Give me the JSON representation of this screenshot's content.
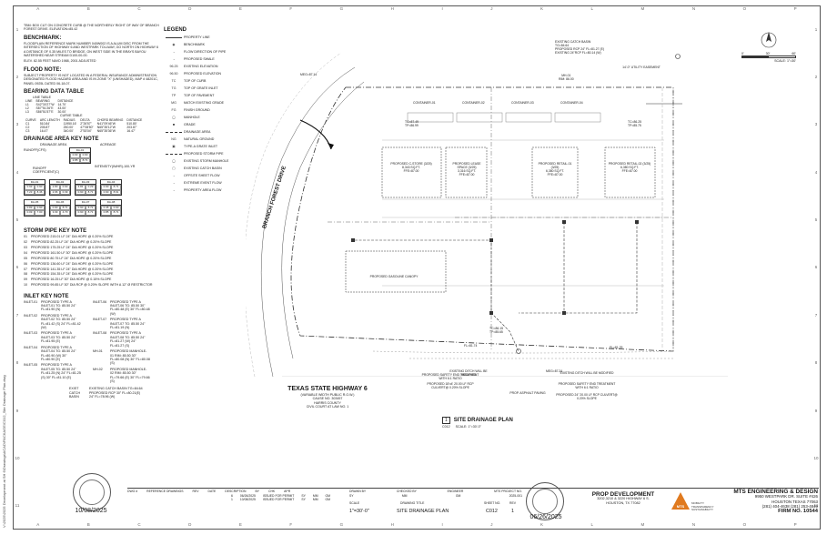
{
  "sheet": {
    "side_path": "V:\\2025\\2025 Development at SH 6\\Drawings\\ACAD\\PACKAGE\\C012_Site Drainage Plan.dwg",
    "col_letters": [
      "A",
      "B",
      "C",
      "D",
      "E",
      "F",
      "G",
      "H",
      "I",
      "J",
      "K",
      "L",
      "M",
      "N",
      "O",
      "P"
    ],
    "row_numbers": [
      "1",
      "2",
      "3",
      "4",
      "5",
      "6",
      "7",
      "8",
      "9",
      "10",
      "11"
    ]
  },
  "notes": {
    "tbm": "TBM: BOX CUT ON CONCRETE CURB @ THE NORTHERLY RIGHT OF WAY OF BRANCH FOREST DRIVE. ELEVATION=85.42",
    "benchmark_title": "BENCHMARK:",
    "benchmark_text": "FLOODPLAIN REFERENCE MARK NUMBER 040W002 IS A ALUM DISC FROM THE INTERSECTION OF HIGHWAY 6 AND WESTPARK TOLLWAY, GO NORTH ON HIGHWAY 6 A DISTANCE OF 0.35 MILES TO BRIDGE, ON WEST SIDE IN THE BRAYS BAYOU WATERSHED NEAR STREAM D100-00-00.",
    "benchmark_elev": "ELEV. 82.55 FEET NAVD 1988, 2001 ADJUSTED",
    "flood_title": "FLOOD NOTE:",
    "flood_text": "SUBJECT PROPERTY IS NOT LOCATED IN A FEDERAL INSURANCE ADMINISTRATION DESIGNATED FLOOD HAZARD AREA AND IS IN ZONE \"X\" (UNSHADED), MAP # 48201C, PANEL 0925L DATED 06-18-07.",
    "bearing_title": "BEARING DATA TABLE",
    "line_table_title": "LINE TABLE",
    "line_headers": [
      "LINE",
      "BEARING",
      "DISTANCE"
    ],
    "lines": [
      [
        "L1",
        "S42°30'27\"W",
        "14.70'"
      ],
      [
        "L2",
        "S87°51'26\"E",
        "43.00'"
      ],
      [
        "L3",
        "S86°51'57\"E",
        "30.00'"
      ]
    ],
    "curve_table_title": "CURVE TABLE",
    "curve_headers": [
      "CURVE",
      "ARC LENGTH",
      "RADIUS",
      "DELTA",
      "CHORD BEARING",
      "DISTANCE"
    ],
    "curves": [
      [
        "C1",
        "510.84'",
        "11950.16'",
        "2°26'57\"",
        "N41°09'46\"W",
        "510.80'"
      ],
      [
        "C2",
        "205.87'",
        "250.00'",
        "47°08'50\"",
        "N65°35'12\"W",
        "203.87'"
      ],
      [
        "C3",
        "16.47'",
        "340.00'",
        "2°53'04\"",
        "N65°35'36\"W",
        "16.47'"
      ]
    ],
    "da_key_title": "DRAINAGE AREA KEY NOTE",
    "da_key_labels": [
      "DRAINAGE AREA",
      "ACREAGE",
      "RUNOFF(CFS)",
      "RUNOFF COEFFICIENT(C)",
      "INTENSITY(IN/HR)-100-YR"
    ],
    "da_key_box": {
      "name": "DA-01",
      "cells": [
        "0.93",
        "0.90",
        "2.85",
        "8.71"
      ]
    },
    "da_boxes": [
      {
        "name": "DA-01",
        "cells": [
          "0.93",
          "0.90",
          "7.23",
          "8.46"
        ]
      },
      {
        "name": "DA-02",
        "cells": [
          "2.80",
          "0.90",
          "2.96",
          "0.39"
        ]
      },
      {
        "name": "DA-03",
        "cells": [
          "4.84",
          "0.29",
          "0.90",
          "8.71"
        ]
      },
      {
        "name": "DA-04",
        "cells": [
          "0.90",
          "8.71",
          "0.90",
          "8.61"
        ]
      },
      {
        "name": "DA-05",
        "cells": [
          "0.83",
          "0.90",
          "0.09",
          "7.00"
        ]
      },
      {
        "name": "DA-06",
        "cells": [
          "0.90",
          "8.71",
          "3.09",
          "4.70"
        ]
      },
      {
        "name": "DA-07",
        "cells": [
          "0.90",
          "8.71",
          "0.90",
          "8.71"
        ]
      },
      {
        "name": "DA-08",
        "cells": [
          "0.45",
          "0.90",
          "0.85",
          "8.71"
        ]
      }
    ],
    "storm_title": "STORM PIPE KEY NOTE",
    "storm_items": [
      "PROPOSED 215.01 LF 24\" DIA HDPE @ 0.20% SLOPE",
      "PROPOSED 82.25 LF 24\" DIA HDPE @ 0.20% SLOPE",
      "PROPOSED 175.25 LF 24\" DIA HDPE @ 0.20% SLOPE",
      "PROPOSED 161.50 LF 30\" DIA HDPE @ 0.20% SLOPE",
      "PROPOSED 80.75 LF 24\" DIA HDPE @ 0.20% SLOPE",
      "PROPOSED 136.60 LF 24\" DIA HDPE @ 0.20% SLOPE",
      "PROPOSED 141.35 LF 24\" DIA HDPE @ 0.20% SLOPE",
      "PROPOSED 154.35 LF 24\" DIA HDPE @ 0.20% SLOPE",
      "PROPOSED 16.25 LF 30\" DIA HDPE @ 0.15% SLOPE",
      "PROPOSED 99.85 LF 30\" DIA RCP @ 0.20% SLOPE WITH A 12\" Ø RESTRICTOR"
    ],
    "inlet_title": "INLET KEY NOTE",
    "inlets_left": [
      {
        "id": "INLET-01",
        "text": "PROPOSED TYPE A INLET-01 TG: 85.50 24\" FL=81.90 (N)"
      },
      {
        "id": "INLET-02",
        "text": "PROPOSED TYPE A INLET-02 TG: 85.50 24\" FL=81.42 (S) 24\" FL=81.42 (W)"
      },
      {
        "id": "INLET-03",
        "text": "PROPOSED TYPE A INLET-03 TG: 85.50 24\" FL=81.95 (E)"
      },
      {
        "id": "INLET-04",
        "text": "PROPOSED TYPE A INLET-04 TG: 85.50 24\" FL=80.90 (W) 30\" FL=80.90 (E)"
      },
      {
        "id": "INLET-05",
        "text": "PROPOSED TYPE A INLET-05 TG: 85.50 24\" FL=81.25 (N) 24\" FL=81.25 (S) 30\" FL=81.10 (E)"
      }
    ],
    "inlets_right": [
      {
        "id": "INLET-06",
        "text": "PROPOSED TYPE A INLET-06 TG: 85.50 30\" FL=80.48 (E) 30\" FL=80.48 (W)"
      },
      {
        "id": "INLET-07",
        "text": "PROPOSED TYPE A INLET-07 TG: 85.50 24\" FL=81.19 (N)"
      },
      {
        "id": "INLET-08",
        "text": "PROPOSED TYPE A INLET-08 TG: 85.50 24\" FL=81.27 (W) 24\" FL=81.27 (S)"
      },
      {
        "id": "MH-01",
        "text": "PROPOSED MANHOLE-01 RIM: 85.50 30\" FL=80.08 (N) 30\" FL=80.08 (S)"
      },
      {
        "id": "MH-02",
        "text": "PROPOSED MANHOLE-02 RIM: 85.50 30\" FL=79.66 (E) 30\" FL=79.66 (S)"
      }
    ],
    "catch_basin": {
      "id": "EXIST CATCH BASIN",
      "text": "EXISTING CATCH BASIN TG=84.64 PROPOSED RCP 30\" FL=80.21(E) 24\" FL=78.96 (W)"
    }
  },
  "legend": {
    "title": "LEGEND",
    "items": [
      {
        "sym": "line",
        "label": "PROPERTY LINE"
      },
      {
        "sym": "◉",
        "label": "BENCHMARK"
      },
      {
        "sym": "→",
        "label": "FLOW DIRECTION OF PIPE"
      },
      {
        "sym": "→",
        "label": "PROPOSED SWALE"
      },
      {
        "sym": "96.25",
        "label": "EXISTING ELEVATION"
      },
      {
        "sym": "96.50",
        "label": "PROPOSED ELEVATION"
      },
      {
        "sym": "TC",
        "label": "TOP OF CURB"
      },
      {
        "sym": "TG",
        "label": "TOP OF GRATE INLET"
      },
      {
        "sym": "TP",
        "label": "TOP OF PAVEMENT"
      },
      {
        "sym": "MG",
        "label": "MATCH EXISTING GRADE"
      },
      {
        "sym": "FG",
        "label": "FINISH GROUND"
      },
      {
        "sym": "◯",
        "label": "MANHOLE"
      },
      {
        "sym": "■",
        "label": "GRADE"
      },
      {
        "sym": "dash",
        "label": "DRAINAGE AREA"
      },
      {
        "sym": "NG",
        "label": "NATURAL GROUND"
      },
      {
        "sym": "▣",
        "label": "TYPE-A GRATE INLET"
      },
      {
        "sym": "dash",
        "label": "PROPOSED STORM PIPE"
      },
      {
        "sym": "◯",
        "label": "EXISTING STORM MANHOLE"
      },
      {
        "sym": "▢",
        "label": "EXISTING CATCH BASIN"
      },
      {
        "sym": "→",
        "label": "OFFSITE SHEET FLOW"
      },
      {
        "sym": "→",
        "label": "EXTREME EVENT FLOW"
      },
      {
        "sym": "→",
        "label": "PROPERTY AREA FLOW"
      }
    ]
  },
  "plan": {
    "branch_forest": "BRANCH FOREST DRIVE",
    "hwy": "TEXAS STATE HIGHWAY 6",
    "hwy_sub": [
      "(VARIABLE WIDTH PUBLIC R.O.W.)",
      "CAUSE NO. 303457",
      "HARRIS COUNTY",
      "CIVIL COURT AT LAW NO. 1"
    ],
    "containers": [
      "CONTAINER-01",
      "CONTAINER-02",
      "CONTAINER-03",
      "CONTAINER-04"
    ],
    "buildings": [
      {
        "name": "PROPOSED C-STORE (3/25)",
        "area": "8,343 SQ.FT.",
        "ffe": "FFE=87.00"
      },
      {
        "name": "PROPOSED LEASE SPACE (3/25)",
        "area": "3,316 SQ.FT.",
        "ffe": "FFE=87.00"
      },
      {
        "name": "PROPOSED RETAIL-01 (3/25)",
        "area": "6,380 SQ.FT.",
        "ffe": "FFE=87.00"
      },
      {
        "name": "PROPOSED RETAIL-02 (3/25)",
        "area": "6,380 SQ.FT.",
        "ffe": "FFE=87.00"
      }
    ],
    "canopy": "PROPOSED GASOLINE CANOPY",
    "easement": "14'-0\" UTILITY EASEMENT",
    "catch_basin_top": [
      "EXISTING CATCH BASIN",
      "TG=84.64",
      "PROPOSED RCP 24\" FL=81.27 (E)",
      "EXISTING 24\"RCP FL=80.14 (W)"
    ],
    "mh01": [
      "MH-01",
      "RIM: 86.00"
    ],
    "callouts": [
      "EXISTING DITCH WILL BE MODIFIED",
      "PROPOSED SAFETY END TREATMENT WITH 6:1 RATIO",
      "PROPOSED 18'x4' 20.00 LF RCP CULVERT@ 0.20% SLOPE",
      "PROP. ASPHALT PAVING",
      "EXISTING DITCH WILL BE MODIFIED",
      "PROPOSED SAFETY END TREATMENT WITH 6:1 RATIO",
      "PROPOSED 24\" 20.00 LF RCP CULVERT@ 0.20% SLOPE"
    ],
    "spot_labels": [
      "TC=87.49",
      "TP=86.99",
      "TC=86.25",
      "TP=85.75",
      "TC=86.15",
      "TP=85.65",
      "FL=81.74",
      "FL=81.29",
      "MEG=87.14",
      "MEG=87.24"
    ],
    "plan_title_num": "1",
    "plan_title": "SITE DRAINAGE PLAN",
    "plan_ref": "C012",
    "plan_scale": "SCALE: 1\"=30'-0\""
  },
  "north": {
    "scale_ticks": [
      "0'",
      "30'",
      "60'"
    ],
    "scale_text": "SCALE: 1\"=30'"
  },
  "stamps": {
    "left_date": "10/08/2025",
    "right_date": "06/26/2025"
  },
  "title_block": {
    "sheet_hdr": [
      "DWG #",
      "REFERENCE DRAWINGS",
      "REV",
      "DATE",
      "DESCRIPTION",
      "BY",
      "CHK",
      "APR"
    ],
    "revisions": [
      [
        "6",
        "06/26/2025",
        "ISSUED FOR PERMIT",
        "SY",
        "MM",
        "GM"
      ],
      [
        "1",
        "10/08/2025",
        "ISSUED FOR PERMIT",
        "SY",
        "MM",
        "GM"
      ]
    ],
    "drawn_by_hdr": [
      "DRAWN BY",
      "CHECKED BY",
      "ENGINEER",
      "MTS PROJECT NO."
    ],
    "drawn_by": [
      "SY",
      "MM",
      "GM",
      "2025-001"
    ],
    "scale_hdr": "SCALE",
    "scale": "1\"=30'-0\"",
    "dwg_title_hdr": "DRAWING TITLE",
    "dwg_title": "SITE DRAINAGE PLAN",
    "sheet_no_hdr": "SHEET NO.",
    "sheet_no": "C012",
    "rev_hdr": "REV",
    "rev": "1"
  },
  "owner": {
    "name": "PROP DEVELOPMENT",
    "addr1": "3202,3210 & 3220 HIGHWAY 6 S.",
    "addr2": "HOUSTON, TX 77082"
  },
  "firm": {
    "name": "MTS ENGINEERING & DESIGN",
    "addr1": "9950 WESTPARK DR. SUITE #426",
    "addr2": "HOUSTON TEXAS 77063",
    "phone": "(281) 404-4638 (281) 253-4849",
    "no": "FIRM NO. 10544",
    "tagline": [
      "MOBILITY",
      "TRANSPARENCY",
      "SUSTAINABILITY"
    ],
    "accent": "#e07a1f"
  }
}
